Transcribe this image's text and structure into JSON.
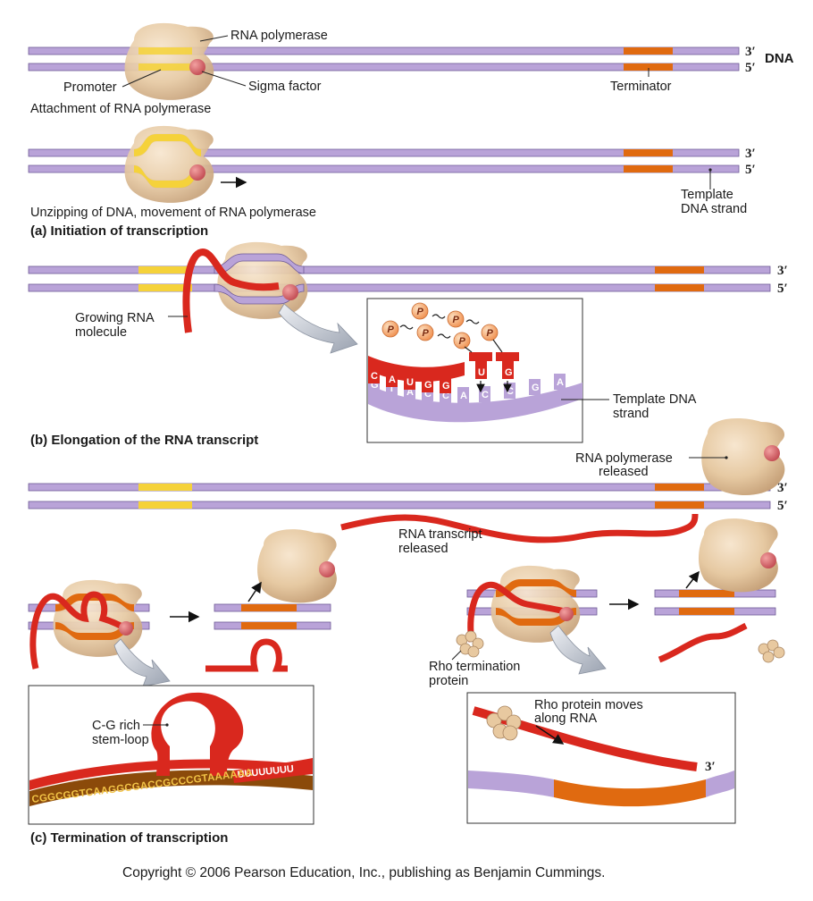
{
  "labels": {
    "rna_polymerase": "RNA polymerase",
    "dna": "DNA",
    "three_prime": "3′",
    "five_prime": "5′",
    "promoter": "Promoter",
    "sigma_factor": "Sigma factor",
    "terminator": "Terminator",
    "attachment": "Attachment of RNA polymerase",
    "template_dna_strand_1": "Template",
    "template_dna_strand_2": "DNA strand",
    "unzipping": "Unzipping of DNA, movement of RNA polymerase",
    "growing_rna_1": "Growing RNA",
    "growing_rna_2": "molecule",
    "template_dna_b_1": "Template DNA",
    "template_dna_b_2": "strand",
    "phosphate": "P",
    "rna_polymerase_released_1": "RNA polymerase",
    "rna_polymerase_released_2": "released",
    "rna_transcript_released_1": "RNA transcript",
    "rna_transcript_released_2": "released",
    "cg_stem_loop_1": "C-G rich",
    "cg_stem_loop_2": "stem-loop",
    "rho_protein_1": "Rho termination",
    "rho_protein_2": "protein",
    "rho_moves_1": "Rho protein moves",
    "rho_moves_2": "along RNA"
  },
  "sections": {
    "a": "(a)  Initiation of transcription",
    "b": "(b)  Elongation of the RNA transcript",
    "c": "(c)  Termination of transcription"
  },
  "sequences": {
    "rna_bases": [
      "C",
      "A",
      "U",
      "G",
      "G"
    ],
    "new_bases": [
      "U",
      "G"
    ],
    "dna_bases": [
      "G",
      "T",
      "A",
      "C",
      "C",
      "A",
      "C",
      "C",
      "G",
      "A"
    ],
    "dna_sequence": "CGGCGGTCAAGGCGACCGCCCGTAAAAAA",
    "u_tail": "UUUUUUUU"
  },
  "copyright": "Copyright © 2006 Pearson Education, Inc., publishing as Benjamin Cummings.",
  "colors": {
    "dna": "#b9a3d8",
    "promoter": "#f5d23a",
    "terminator": "#e06a10",
    "rna": "#d9281e",
    "polymerase": "#e6c9a2",
    "sigma": "#d9626a",
    "phosphate": "#f4a460",
    "arrow": "#bcc2cc"
  }
}
